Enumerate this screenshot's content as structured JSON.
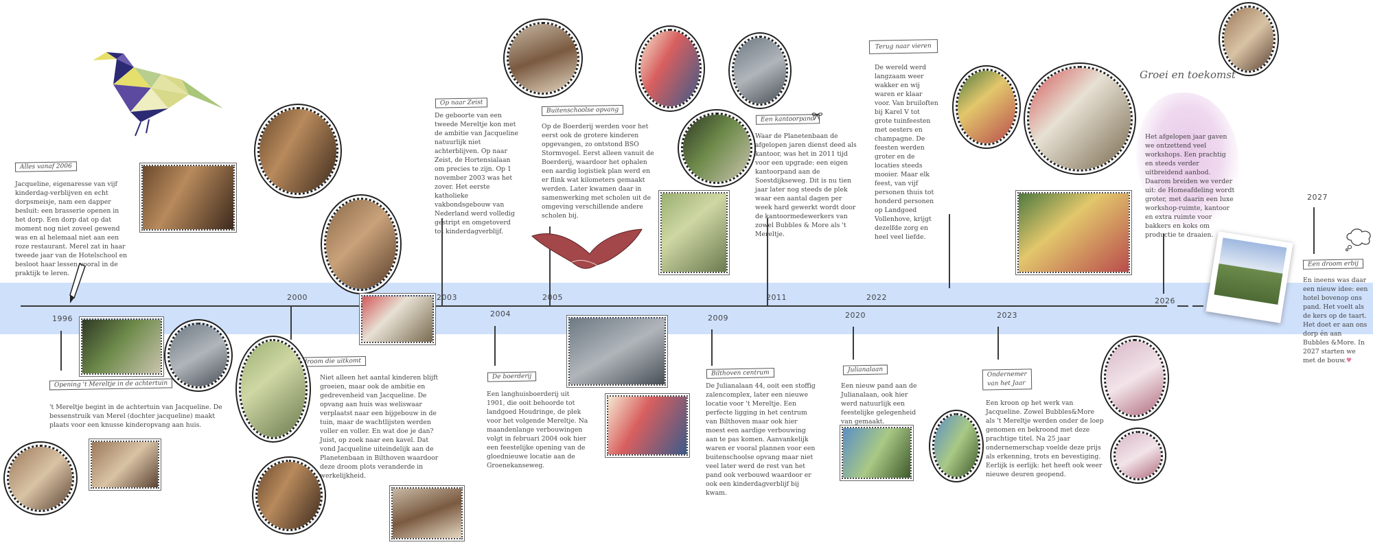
{
  "years": {
    "y1996": "1996",
    "y2000": "2000",
    "y2003": "2003",
    "y2004": "2004",
    "y2005": "2005",
    "y2009": "2009",
    "y2011": "2011",
    "y2020": "2020",
    "y2022": "2022",
    "y2023": "2023",
    "y2026": "2026",
    "y2027": "2027"
  },
  "events": {
    "alles_vanaf": {
      "title": "Alles vanaf 2006",
      "text": "Jacqueline, eigenaresse van vijf kinderdag-verblijven en echt dorpsmeisje, nam een dapper besluit: een brasserie openen in het dorp. Een dorp dat op dat moment nog niet zoveel gewend was en al helemaal niet aan een roze restaurant. Merel zat in haar tweede jaar van de Hotelschool en besloot haar lessen vooral in de praktijk te leren."
    },
    "opening": {
      "title": "Opening 't Mereltje in de achtertuin",
      "text": "'t Mereltje begint in de achtertuin van Jacqueline. De bessenstruik van Merel (dochter jacqueline) maakt plaats voor een knusse kinderopvang aan huis."
    },
    "droom_uitkomt": {
      "title": "Een droom die uitkomt",
      "text": "Niet alleen het aantal kinderen blijft groeien, maar ook de ambitie en gedrevenheid van Jacqueline. De opvang aan huis was weliswaar verplaatst naar een bijgebouw in de tuin, maar de wachtlijsten werden voller en voller. En wat doe je dan? Juist, op zoek naar een kavel. Dat vond Jacqueline uiteindelijk aan de Planetenbaan in Bilthoven waardoor deze droom plots veranderde in werkelijkheid."
    },
    "naar_zeist": {
      "title": "Op naar Zeist",
      "text": "De geboorte van een tweede Mereltje kon met de ambitie van Jacqueline natuurlijk niet achterblijven. Op naar Zeist, de Hortensialaan om precies te zijn. Op 1 november 2003 was het zover. Het eerste katholieke vakbondsgebouw van Nederland werd volledig gestript en omgetoverd tot kinderdagverblijf."
    },
    "boerderij": {
      "title": "De boerderij",
      "text": "Een langhuisboerderij uit 1901, die ooit behoorde tot landgoed Houdringe, de plek voor het volgende Mereltje. Na maandenlange verbouwingen volgt in februari 2004 ook hier een feestelijke opening van de gloednieuwe locatie aan de Groenekanseweg."
    },
    "buitenschoolse": {
      "title": "Buitenschoolse opvang",
      "text": "Op de Boerderij werden voor het eerst ook de grotere kinderen opgevangen, zo ontstond BSO Stormvogel. Eerst alleen vanuit de Boerderij, waardoor het ophalen een aardig logistiek plan werd en er flink wat kilometers gemaakt werden. Later kwamen daar in samenwerking met scholen uit de omgeving verschillende andere scholen bij."
    },
    "bilthoven": {
      "title": "Bilthoven centrum",
      "text": "De Julianalaan 44, ooit een stoffig zalencomplex, later een nieuwe locatie voor 't Mereltje. Een perfecte ligging in het centrum van Bilthoven maar ook hier moest een aardige verbouwing aan te pas komen. Aanvankelijk waren er vooral plannen voor een buitenschoolse opvang maar niet veel later werd de rest van het pand ook verbouwd waardoor er ook een kinderdagverblijf bij kwam."
    },
    "kantoorpand": {
      "title": "Een kantoorpand",
      "text": "Waar de Planetenbaan de afgelopen jaren dienst deed als kantoor, was het in 2011 tijd voor een upgrade: een eigen kantoorpand aan de Soestdijkseweg. Dit is nu tien jaar later nog steeds de plek waar een aantal dagen per week hard gewerkt wordt door de kantoormedewerkers van zowel Bubbles & More als 't Mereltje."
    },
    "julianalaan": {
      "title": "Julianalaan",
      "text": "Een nieuw pand aan de Julianalaan, ook hier werd natuurlijk een feestelijke gelegenheid van gemaakt."
    },
    "terug_vieren": {
      "title": "Terug naar vieren",
      "text": "De wereld werd langzaam weer wakker en wij waren er klaar voor. Van bruiloften bij Karel V tot grote tuinfeesten met oesters en champagne. De feesten werden groter en de locaties steeds mooier. Maar elk feest, van vijf personen thuis tot honderd personen op Landgoed Vollenhove, krijgt dezelfde zorg en heel veel liefde."
    },
    "ondernemer": {
      "title_line1": "Ondernemer",
      "title_line2": "van het Jaar",
      "text": "Een kroon op het werk van Jacqueline. Zowel Bubbles&More als 't Mereltje werden onder de loep genomen en bekroond met deze prachtige titel. Na 25 jaar ondernemerschap voelde deze prijs als erkenning, trots en bevestiging. Eerlijk is eerlijk: het heeft ook weer nieuwe deuren geopend."
    },
    "groei": {
      "title": "Groei en toekomst",
      "text": "Het afgelopen jaar gaven we ontzettend veel workshops. Een prachtig en steeds verder uitbreidend aanbod. Daarom breiden we verder uit: de Homeafdeling wordt groter, met daarin een luxe workshop-ruimte, kantoor en extra ruimte voor bakkers en koks om productie te draaien."
    },
    "droom_erbij": {
      "title": "Een droom erbij",
      "text": "En ineens was daar een nieuw idee: een hotel bovenop ons pand. Het voelt als de kers op de taart. Het doet er aan ons dorp én aan Bubbles &More. In 2027 starten we met de bouw.",
      "heart": "♥"
    }
  },
  "colors": {
    "band": "#cfe0fb",
    "axis": "#3a3a3a",
    "watercolor": "#e7c9e8"
  },
  "icons": {
    "bird": "bird-illustration",
    "pencil": "pencil-icon",
    "cloud": "thought-cloud-icon",
    "bow": "bow-icon"
  }
}
